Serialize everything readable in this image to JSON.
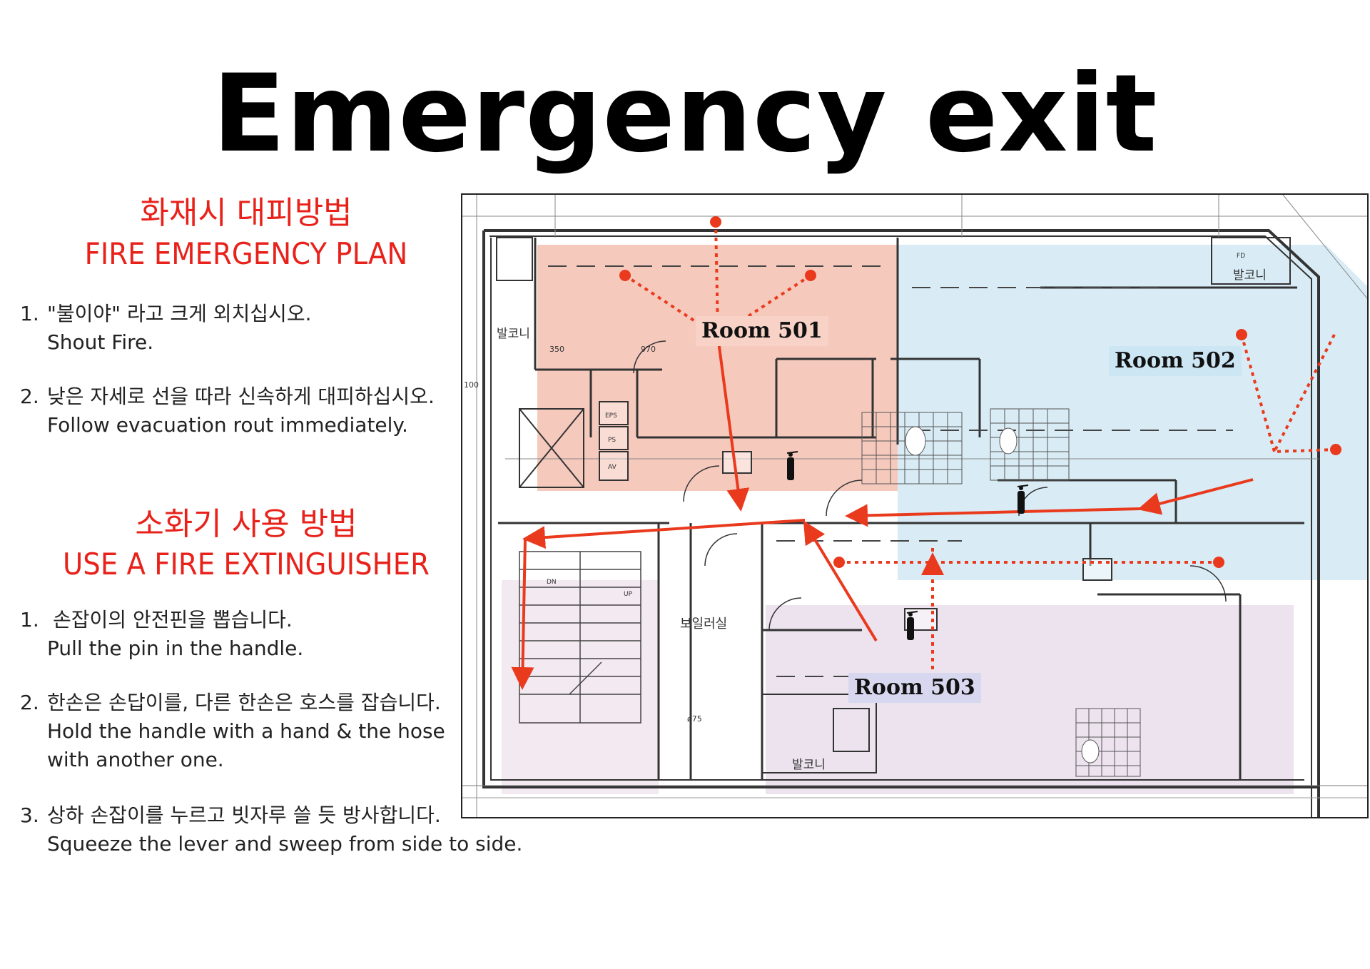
{
  "title": "Emergency exit",
  "fire_plan": {
    "heading_ko": "화재시 대피방법",
    "heading_en": "FIRE EMERGENCY PLAN",
    "steps": [
      {
        "num": "1.",
        "ko": "\"불이야\" 라고 크게 외치십시오.",
        "en": "Shout Fire."
      },
      {
        "num": "2.",
        "ko": "낮은 자세로 선을 따라 신속하게 대피하십시오.",
        "en": "Follow evacuation rout immediately."
      }
    ]
  },
  "extinguisher": {
    "heading_ko": "소화기 사용 방법",
    "heading_en": "USE A FIRE EXTINGUISHER",
    "steps": [
      {
        "num": "1.",
        "ko": "손잡이의 안전핀을 뽑습니다.",
        "en": "Pull the pin in the handle."
      },
      {
        "num": "2.",
        "ko": "한손은 손답이를, 다른 한손은 호스를 잡습니다.",
        "en": "Hold the handle with a hand & the hose",
        "en2": "with another one."
      },
      {
        "num": "3.",
        "ko": "상하 손잡이를 누르고 빗자루 쓸 듯 방사합니다.",
        "en": "Squeeze the lever and sweep from side to side."
      }
    ]
  },
  "floor_plan": {
    "rooms": [
      {
        "label": "Room 501",
        "fill": "#f6c9bd",
        "label_bg": "#f8d2c7"
      },
      {
        "label": "Room 502",
        "fill": "#d9ecf5",
        "label_bg": "#cde6f3"
      },
      {
        "label": "Room 503",
        "fill": "#ece3ef",
        "label_bg": "#d7d8ef"
      }
    ],
    "plan_labels": {
      "balcony_1": "발코니",
      "balcony_2": "발코니",
      "balcony_3": "발코니",
      "boiler_room": "보일러실",
      "eps": "EPS",
      "ps": "PS",
      "av": "AV",
      "dn": "DN",
      "up": "UP",
      "fd": "FD",
      "dim_970": "970",
      "dim_350": "350",
      "dim_100": "100",
      "dim_75": "ø75"
    },
    "route_color": "#ea3a1e",
    "icons": [
      "fire-extinguisher-icon"
    ]
  }
}
